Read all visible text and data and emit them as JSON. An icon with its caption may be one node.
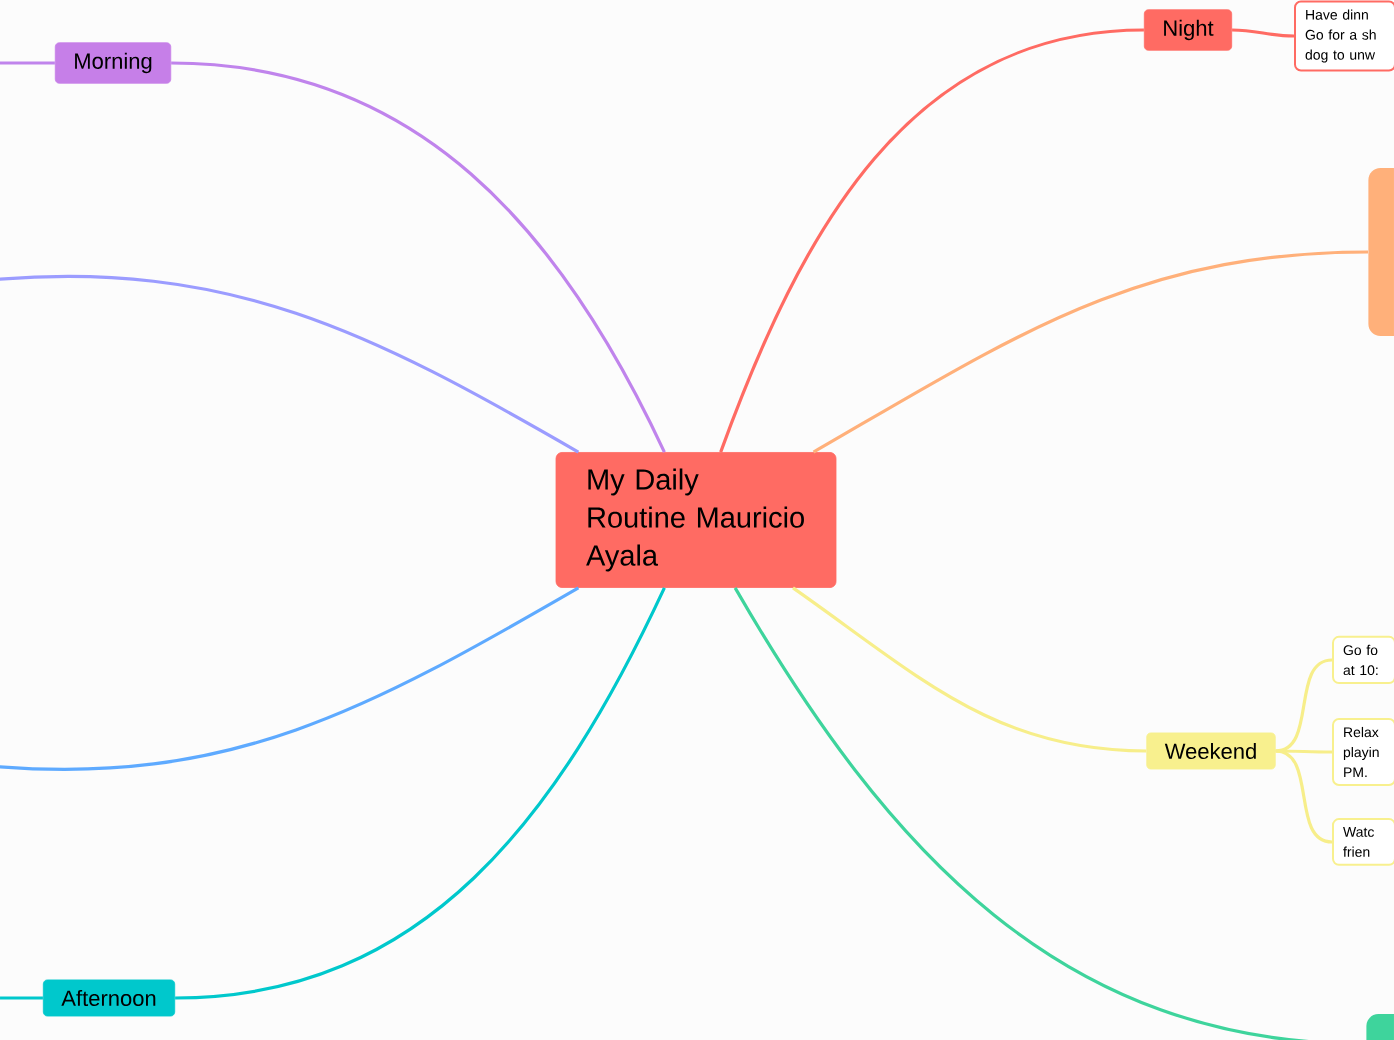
{
  "diagram": {
    "nodes": [
      {
        "text": [
          "My Daily Routine Mauricio Ayala"
        ]
      },
      {
        "text": [
          "Morning"
        ]
      },
      {
        "text": [
          "Night"
        ]
      },
      {
        "text": [
          "Have dinn Go for a sh dog to unw"
        ]
      },
      {
        "text": [],
        "shape": "box"
      },
      {
        "text": [
          "Weekend"
        ]
      },
      {
        "text": [
          "Go fo at 10:"
        ]
      },
      {
        "text": [
          "Relax playin PM."
        ]
      },
      {
        "text": [
          "Watc frien"
        ]
      },
      {
        "text": [],
        "shape": "box"
      },
      {
        "text": [
          "Afternoon"
        ]
      }
    ],
    "edges": [
      {
        "from": 0,
        "to": 1,
        "arrow": "none",
        "color": "#c084ec"
      },
      {
        "from": 1,
        "to": null,
        "arrow": "none",
        "color": "#c084ec"
      },
      {
        "from": 0,
        "to": 2,
        "arrow": "none",
        "color": "#ff6b63"
      },
      {
        "from": 2,
        "to": 3,
        "arrow": "none",
        "color": "#ff6b63"
      },
      {
        "from": 0,
        "to": 4,
        "arrow": "none",
        "color": "#ffb07a"
      },
      {
        "from": 0,
        "to": null,
        "arrow": "none",
        "color": "#9b9cff"
      },
      {
        "from": 0,
        "to": 5,
        "arrow": "none",
        "color": "#f7ee8a"
      },
      {
        "from": 5,
        "to": 6,
        "arrow": "none",
        "color": "#f7ee8a"
      },
      {
        "from": 5,
        "to": 7,
        "arrow": "none",
        "color": "#f7ee8a"
      },
      {
        "from": 5,
        "to": 8,
        "arrow": "none",
        "color": "#f7ee8a"
      },
      {
        "from": 0,
        "to": null,
        "arrow": "none",
        "color": "#5eaaff"
      },
      {
        "from": 0,
        "to": 9,
        "arrow": "none",
        "color": "#3ed49c"
      },
      {
        "from": 0,
        "to": 10,
        "arrow": "none",
        "color": "#00c8cc"
      },
      {
        "from": 10,
        "to": null,
        "arrow": "none",
        "color": "#00c8cc"
      }
    ]
  }
}
